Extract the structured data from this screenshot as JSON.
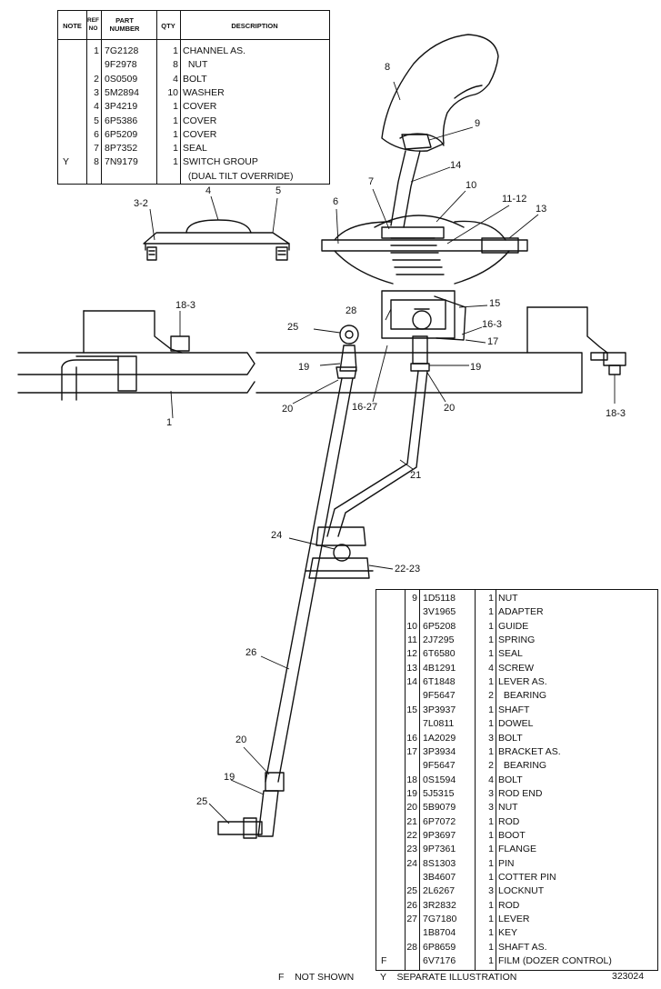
{
  "headers": {
    "note": "NOTE",
    "ref_no": "REF NO",
    "part_number": "PART NUMBER",
    "qty": "QTY",
    "description": "DESCRIPTION"
  },
  "top_table": [
    {
      "note": "",
      "ref": "1",
      "part": "7G2128",
      "qty": "1",
      "desc": "CHANNEL AS."
    },
    {
      "note": "",
      "ref": "",
      "part": "9F2978",
      "qty": "8",
      "desc": "  NUT"
    },
    {
      "note": "",
      "ref": "2",
      "part": "0S0509",
      "qty": "4",
      "desc": "BOLT"
    },
    {
      "note": "",
      "ref": "3",
      "part": "5M2894",
      "qty": "10",
      "desc": "WASHER"
    },
    {
      "note": "",
      "ref": "4",
      "part": "3P4219",
      "qty": "1",
      "desc": "COVER"
    },
    {
      "note": "",
      "ref": "5",
      "part": "6P5386",
      "qty": "1",
      "desc": "COVER"
    },
    {
      "note": "",
      "ref": "6",
      "part": "6P5209",
      "qty": "1",
      "desc": "COVER"
    },
    {
      "note": "",
      "ref": "7",
      "part": "8P7352",
      "qty": "1",
      "desc": "SEAL"
    },
    {
      "note": "Y",
      "ref": "8",
      "part": "7N9179",
      "qty": "1",
      "desc": "SWITCH GROUP"
    },
    {
      "note": "",
      "ref": "",
      "part": "",
      "qty": "",
      "desc": "  (DUAL TILT OVERRIDE)"
    }
  ],
  "bottom_table": [
    {
      "note": "",
      "ref": "9",
      "part": "1D5118",
      "qty": "1",
      "desc": "NUT"
    },
    {
      "note": "",
      "ref": "",
      "part": "3V1965",
      "qty": "1",
      "desc": "ADAPTER"
    },
    {
      "note": "",
      "ref": "10",
      "part": "6P5208",
      "qty": "1",
      "desc": "GUIDE"
    },
    {
      "note": "",
      "ref": "11",
      "part": "2J7295",
      "qty": "1",
      "desc": "SPRING"
    },
    {
      "note": "",
      "ref": "12",
      "part": "6T6580",
      "qty": "1",
      "desc": "SEAL"
    },
    {
      "note": "",
      "ref": "13",
      "part": "4B1291",
      "qty": "4",
      "desc": "SCREW"
    },
    {
      "note": "",
      "ref": "14",
      "part": "6T1848",
      "qty": "1",
      "desc": "LEVER AS."
    },
    {
      "note": "",
      "ref": "",
      "part": "9F5647",
      "qty": "2",
      "desc": "  BEARING"
    },
    {
      "note": "",
      "ref": "15",
      "part": "3P3937",
      "qty": "1",
      "desc": "SHAFT"
    },
    {
      "note": "",
      "ref": "",
      "part": "7L0811",
      "qty": "1",
      "desc": "DOWEL"
    },
    {
      "note": "",
      "ref": "16",
      "part": "1A2029",
      "qty": "3",
      "desc": "BOLT"
    },
    {
      "note": "",
      "ref": "17",
      "part": "3P3934",
      "qty": "1",
      "desc": "BRACKET AS."
    },
    {
      "note": "",
      "ref": "",
      "part": "9F5647",
      "qty": "2",
      "desc": "  BEARING"
    },
    {
      "note": "",
      "ref": "18",
      "part": "0S1594",
      "qty": "4",
      "desc": "BOLT"
    },
    {
      "note": "",
      "ref": "19",
      "part": "5J5315",
      "qty": "3",
      "desc": "ROD END"
    },
    {
      "note": "",
      "ref": "20",
      "part": "5B9079",
      "qty": "3",
      "desc": "NUT"
    },
    {
      "note": "",
      "ref": "21",
      "part": "6P7072",
      "qty": "1",
      "desc": "ROD"
    },
    {
      "note": "",
      "ref": "22",
      "part": "9P3697",
      "qty": "1",
      "desc": "BOOT"
    },
    {
      "note": "",
      "ref": "23",
      "part": "9P7361",
      "qty": "1",
      "desc": "FLANGE"
    },
    {
      "note": "",
      "ref": "24",
      "part": "8S1303",
      "qty": "1",
      "desc": "PIN"
    },
    {
      "note": "",
      "ref": "",
      "part": "3B4607",
      "qty": "1",
      "desc": "COTTER PIN"
    },
    {
      "note": "",
      "ref": "25",
      "part": "2L6267",
      "qty": "3",
      "desc": "LOCKNUT"
    },
    {
      "note": "",
      "ref": "26",
      "part": "3R2832",
      "qty": "1",
      "desc": "ROD"
    },
    {
      "note": "",
      "ref": "27",
      "part": "7G7180",
      "qty": "1",
      "desc": "LEVER"
    },
    {
      "note": "",
      "ref": "",
      "part": "1B8704",
      "qty": "1",
      "desc": "KEY"
    },
    {
      "note": "",
      "ref": "28",
      "part": "6P8659",
      "qty": "1",
      "desc": "SHAFT AS."
    },
    {
      "note": "F",
      "ref": "",
      "part": "6V7176",
      "qty": "1",
      "desc": "FILM (DOZER CONTROL)"
    }
  ],
  "callouts": [
    "1",
    "3-2",
    "4",
    "5",
    "6",
    "7",
    "8",
    "9",
    "10",
    "11-12",
    "13",
    "14",
    "15",
    "16-3",
    "17",
    "18-3",
    "18-3",
    "19",
    "19",
    "19",
    "20",
    "20",
    "20",
    "21",
    "22-23",
    "24",
    "25",
    "25",
    "26",
    "28",
    "16-27"
  ],
  "footer": {
    "legend_f": "F    NOT SHOWN",
    "legend_y": "Y    SEPARATE ILLUSTRATION",
    "illustration_number": "323024"
  }
}
